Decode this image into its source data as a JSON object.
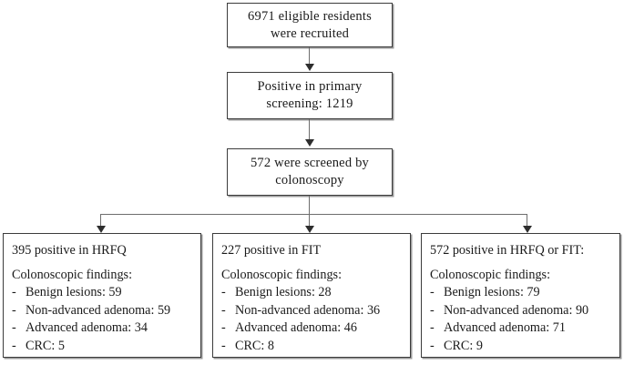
{
  "flowchart": {
    "nodes": {
      "recruited": {
        "lines": [
          "6971 eligible  residents",
          "were recruited"
        ]
      },
      "primary_screening": {
        "lines": [
          "Positive in primary",
          "screening: 1219"
        ]
      },
      "colonoscopy": {
        "lines": [
          "572 were screened by",
          "colonoscopy"
        ]
      }
    },
    "panels": [
      {
        "heading": "395 positive in HRFQ",
        "sub": "Colonoscopic findings:",
        "dash": "-",
        "items": [
          "Benign  lesions: 59",
          "Non-advanced adenoma: 59",
          "Advanced adenoma: 34",
          "CRC: 5"
        ]
      },
      {
        "heading": "227 positive in FIT",
        "sub": "Colonoscopic findings:",
        "dash": "-",
        "items": [
          "Benign  lesions: 28",
          "Non-advanced adenoma: 36",
          "Advanced adenoma: 46",
          "CRC: 8"
        ]
      },
      {
        "heading": "572  positive in HRFQ or FIT:",
        "sub": "Colonoscopic findings:",
        "dash": "-",
        "items": [
          "Benign  lesions: 79",
          "Non-advanced adenoma: 90",
          "Advanced adenoma: 71",
          "CRC: 9"
        ]
      }
    ],
    "colors": {
      "box_border": "#3c3c3c",
      "box_shadow": "#9a9a9a",
      "connector": "#6e6e6e",
      "arrowhead": "#2e2e2e",
      "background": "#ffffff",
      "text": "#1a1a1a"
    }
  }
}
